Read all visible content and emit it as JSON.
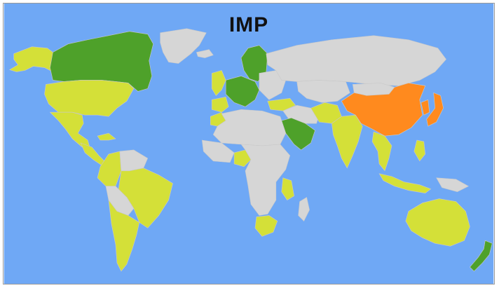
{
  "map": {
    "title": "IMP",
    "colors": {
      "ocean": "#6fa8f5",
      "no_data": "#d6d6d6",
      "low": "#d4e038",
      "medium": "#4ea12a",
      "high": "#ff8a1e",
      "title_text": "#111111",
      "frame": "#9a9a9a"
    },
    "categories": [
      "no_data",
      "low",
      "medium",
      "high"
    ],
    "regions": [
      {
        "id": "alaska",
        "category": "low"
      },
      {
        "id": "greenland",
        "category": "no_data"
      },
      {
        "id": "canada",
        "category": "medium"
      },
      {
        "id": "usa",
        "category": "low"
      },
      {
        "id": "mexico",
        "category": "low"
      },
      {
        "id": "central-america",
        "category": "low"
      },
      {
        "id": "caribbean",
        "category": "low"
      },
      {
        "id": "south-america-north",
        "category": "low"
      },
      {
        "id": "venezuela-guianas",
        "category": "no_data"
      },
      {
        "id": "brazil",
        "category": "low"
      },
      {
        "id": "bolivia-paraguay",
        "category": "no_data"
      },
      {
        "id": "argentina-chile",
        "category": "low"
      },
      {
        "id": "iceland",
        "category": "no_data"
      },
      {
        "id": "scandinavia",
        "category": "medium"
      },
      {
        "id": "western-europe",
        "category": "low"
      },
      {
        "id": "central-europe",
        "category": "medium"
      },
      {
        "id": "iberia",
        "category": "low"
      },
      {
        "id": "eastern-europe",
        "category": "no_data"
      },
      {
        "id": "russia",
        "category": "no_data"
      },
      {
        "id": "turkey",
        "category": "low"
      },
      {
        "id": "north-africa",
        "category": "no_data"
      },
      {
        "id": "morocco",
        "category": "low"
      },
      {
        "id": "west-africa",
        "category": "no_data"
      },
      {
        "id": "nigeria",
        "category": "low"
      },
      {
        "id": "central-africa",
        "category": "no_data"
      },
      {
        "id": "east-africa",
        "category": "low"
      },
      {
        "id": "south-africa",
        "category": "low"
      },
      {
        "id": "madagascar",
        "category": "no_data"
      },
      {
        "id": "saudi-arabia",
        "category": "medium"
      },
      {
        "id": "middle-east",
        "category": "no_data"
      },
      {
        "id": "central-asia",
        "category": "no_data"
      },
      {
        "id": "pakistan-iran",
        "category": "low"
      },
      {
        "id": "india",
        "category": "low"
      },
      {
        "id": "china",
        "category": "high"
      },
      {
        "id": "mongolia",
        "category": "no_data"
      },
      {
        "id": "korea",
        "category": "high"
      },
      {
        "id": "japan",
        "category": "high"
      },
      {
        "id": "southeast-asia",
        "category": "low"
      },
      {
        "id": "philippines",
        "category": "low"
      },
      {
        "id": "indonesia",
        "category": "low"
      },
      {
        "id": "new-guinea",
        "category": "no_data"
      },
      {
        "id": "australia",
        "category": "low"
      },
      {
        "id": "new-zealand",
        "category": "medium"
      }
    ]
  }
}
